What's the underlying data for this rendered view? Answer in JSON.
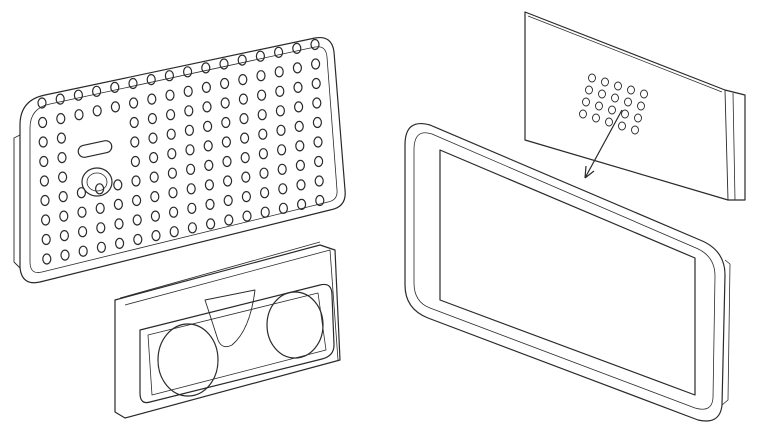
{
  "colors": {
    "stroke": "#2a2a2a",
    "background": "#ffffff"
  },
  "case_holes": {
    "columns": 16,
    "rows": 9
  },
  "card_dots": {
    "count": 20
  }
}
